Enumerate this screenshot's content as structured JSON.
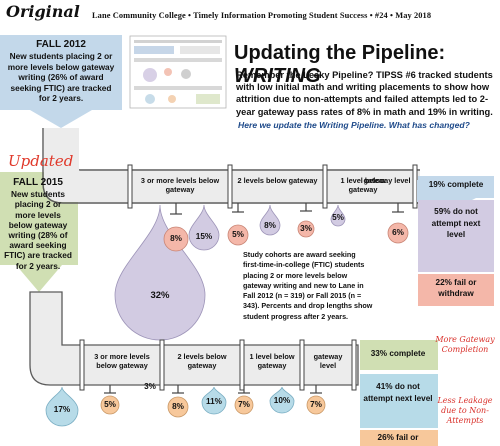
{
  "header": {
    "original_label": "Original",
    "updated_label": "Updated",
    "masthead": "Lane Community College  •  Timely Information Promoting Student Success  •  #24  •  May 2018",
    "title_prefix": "Updating the Pipeline: ",
    "title_emph": "WRITING",
    "intro": "Remember the Leaky Pipeline?  TIPSS #6 tracked students with low initial math and writing placements to show how attrition due to non-attempts and failed attempts led to 2-year gateway pass rates of 8% in math and 19% in writing.",
    "subhead": "Here we update the Writing Pipeline.  What has changed?"
  },
  "cohort_2012": {
    "heading": "FALL 2012",
    "text": "New students placing 2 or more levels below gateway writing (26% of award seeking FTIC) are tracked for 2 years."
  },
  "cohort_2015": {
    "heading": "FALL 2015",
    "text": "New students placing 2 or more levels below gateway writing (28% of award seeking FTIC) are tracked for 2 years."
  },
  "pipeline_2012": {
    "levels": [
      "3 or more levels below gateway",
      "2 levels below gateway",
      "1 level below gateway",
      "gateway level"
    ],
    "non_attempt": [
      "32%",
      "15%",
      "8%",
      "5%"
    ],
    "failed": [
      "8%",
      "5%",
      "3%",
      "6%"
    ],
    "complete": "19% complete",
    "did_not_attempt": "59% do not attempt next level",
    "fail_withdraw": "22% fail or withdraw"
  },
  "pipeline_2015": {
    "levels": [
      "3 or more levels below gateway",
      "2 levels below gateway",
      "1 level below gateway",
      "gateway level"
    ],
    "non_attempt": [
      "17%",
      "3%",
      "11%",
      "10%"
    ],
    "failed": [
      "5%",
      "8%",
      "7%",
      "7%"
    ],
    "complete": "33% complete",
    "did_not_attempt": "41% do not attempt next level",
    "fail_withdraw": "26% fail or"
  },
  "study_note": "Study cohorts are award seeking first-time-in-college (FTIC) students placing 2 or more levels below gateway writing and new to Lane in Fall 2012 (n = 319) or Fall 2015 (n = 343). Percents and drop lengths show student progress after 2 years.",
  "notes": {
    "more_gateway": "More Gateway Completion",
    "less_leakage": "Less Leakage due to Non-Attempts"
  },
  "colors": {
    "pipe": "#e8e8e8",
    "blue": "#c3d8ea",
    "green": "#d0dfb3",
    "lavender": "#d2cbe2",
    "salmon": "#f4b7a9",
    "orange": "#f7c89b",
    "light_blue": "#b7dbe8",
    "accent_red": "#e0392b"
  }
}
